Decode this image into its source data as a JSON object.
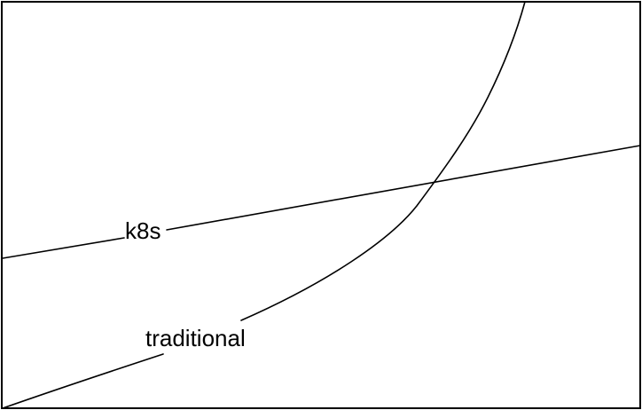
{
  "diagram": {
    "colors": {
      "line": "#000000",
      "background": "#ffffff",
      "frame": "#000000"
    },
    "curves": [
      {
        "name": "k8s",
        "label": "k8s",
        "shape": "straight-line"
      },
      {
        "name": "traditional",
        "label": "traditional",
        "shape": "exponential-curve"
      }
    ]
  }
}
